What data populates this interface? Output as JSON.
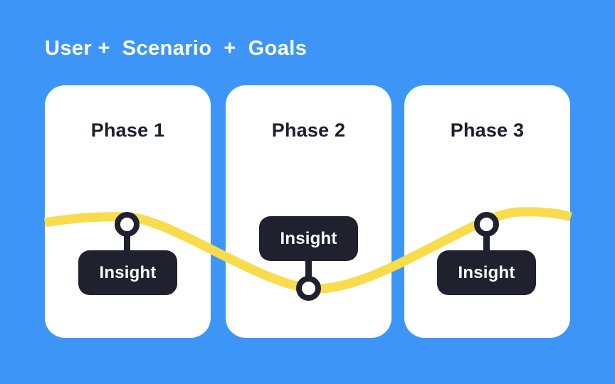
{
  "title": "User +  Scenario  +  Goals",
  "colors": {
    "background": "#3D96F7",
    "card": "#FFFFFF",
    "wave": "#F8DC4C",
    "marker": "#1F222E",
    "node-fill": "#FFFFFF",
    "title-text": "#FFFFFF",
    "phase-text": "#1B1F2B",
    "insight-text": "#FFFFFF"
  },
  "phases": [
    {
      "label": "Phase 1",
      "insight": {
        "label": "Insight",
        "marker": "circle-above-label"
      }
    },
    {
      "label": "Phase 2",
      "insight": {
        "label": "Insight",
        "marker": "circle-below-label"
      }
    },
    {
      "label": "Phase 3",
      "insight": {
        "label": "Insight",
        "marker": "circle-above-label"
      }
    }
  ]
}
